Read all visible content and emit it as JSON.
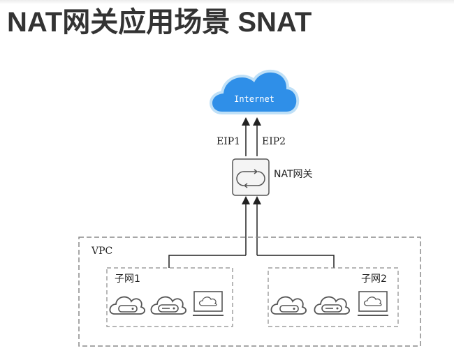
{
  "page": {
    "title": "NAT网关应用场景 SNAT"
  },
  "diagram": {
    "internet_label": "Internet",
    "eip1_label": "EIP1",
    "eip2_label": "EIP2",
    "nat_gateway_label": "NAT网关",
    "vpc_label": "VPC",
    "subnet1_label": "子网1",
    "subnet2_label": "子网2",
    "colors": {
      "cloud_fill": "#2f8fe8",
      "cloud_outline": "#bfe0f7",
      "line": "#444444",
      "dashed_border": "#8a8a8a",
      "icon_stroke": "#555555"
    },
    "icons": {
      "subnet1": [
        "cloud-server-icon",
        "server-icon",
        "monitor-cloud-icon"
      ],
      "subnet2": [
        "cloud-server-icon",
        "server-icon",
        "monitor-cloud-icon"
      ]
    }
  }
}
